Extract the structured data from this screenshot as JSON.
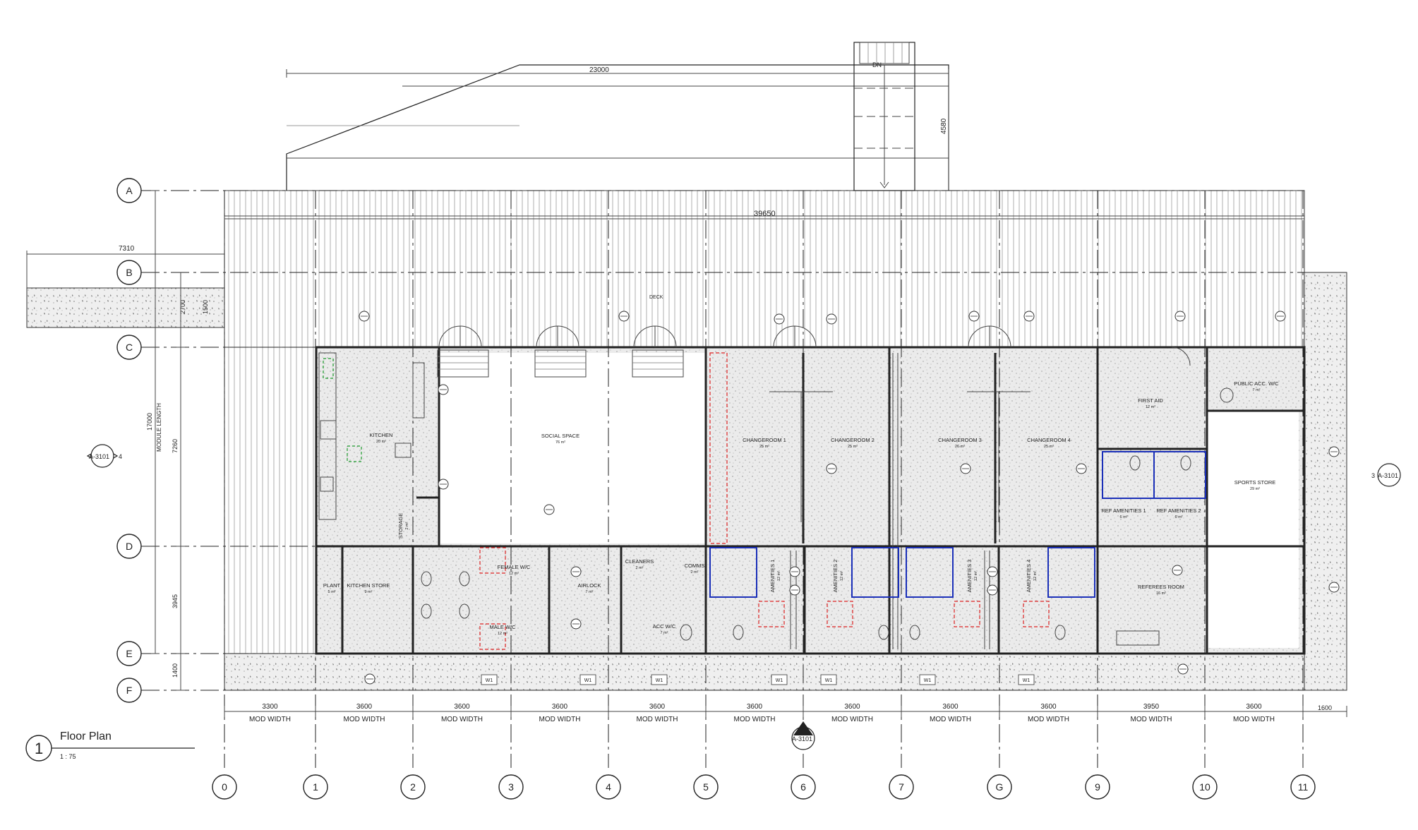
{
  "title_block": {
    "number": "1",
    "title": "Floor Plan",
    "scale": "1 : 75"
  },
  "grid_rows": [
    "A",
    "B",
    "C",
    "D",
    "E",
    "F"
  ],
  "grid_columns": [
    "0",
    "1",
    "2",
    "3",
    "4",
    "5",
    "6",
    "7",
    "G",
    "9",
    "10",
    "11"
  ],
  "module_widths": [
    "3300",
    "3600",
    "3600",
    "3600",
    "3600",
    "3600",
    "3600",
    "3600",
    "3600",
    "3950",
    "3600"
  ],
  "module_label": "MOD WIDTH",
  "end_dimension": "1600",
  "dimensions": {
    "ramp_length": "23000",
    "ramp_rise": "4580",
    "deck_length": "39650",
    "walkway_length": "7310",
    "walkway_side_a": "2700",
    "walkway_side_b": "1500",
    "overall_length": "17000",
    "module_length_label": "MODULE LENGTH",
    "module_length": "7260",
    "rear_module": "3945",
    "rear_strip": "1400"
  },
  "stair_label": "DN",
  "deck_label": "DECK",
  "section_marks": {
    "left": "A-3101",
    "left_num": "4",
    "right": "A-3101",
    "right_num": "3",
    "bottom": "A-3101"
  },
  "rooms": [
    {
      "name": "KITCHEN",
      "area": "20 m²"
    },
    {
      "name": "SOCIAL SPACE",
      "area": "76 m²"
    },
    {
      "name": "CHANGEROOM 1",
      "area": "25 m²"
    },
    {
      "name": "CHANGEROOM 2",
      "area": "25 m²"
    },
    {
      "name": "CHANGEROOM 3",
      "area": "26 m²"
    },
    {
      "name": "CHANGEROOM 4",
      "area": "25 m²"
    },
    {
      "name": "FIRST AID",
      "area": "12 m²"
    },
    {
      "name": "PUBLIC ACC. W/C",
      "area": "7 m²"
    },
    {
      "name": "SPORTS STORE",
      "area": "29 m²"
    },
    {
      "name": "REF AMENITIES 1",
      "area": "6 m²"
    },
    {
      "name": "REF AMENITIES 2",
      "area": "6 m²"
    },
    {
      "name": "STORAGE",
      "area": "2 m²"
    },
    {
      "name": "PLANT",
      "area": "5 m²"
    },
    {
      "name": "KITCHEN STORE",
      "area": "9 m²"
    },
    {
      "name": "FEMALE W/C",
      "area": "12 m²"
    },
    {
      "name": "MALE W/C",
      "area": "12 m²"
    },
    {
      "name": "AIRLOCK",
      "area": "7 m²"
    },
    {
      "name": "CLEANERS",
      "area": "2 m²"
    },
    {
      "name": "COMMS",
      "area": "2 m²"
    },
    {
      "name": "ACC W/C",
      "area": "7 m²"
    },
    {
      "name": "AMENITIES 1",
      "area": "12 m²"
    },
    {
      "name": "AMENITIES 2",
      "area": "12 m²"
    },
    {
      "name": "AMENITIES 3",
      "area": "12 m²"
    },
    {
      "name": "AMENITIES 4",
      "area": "12 m²"
    },
    {
      "name": "REFEREES ROOM",
      "area": "16 m²"
    }
  ],
  "window_tag": "W1"
}
